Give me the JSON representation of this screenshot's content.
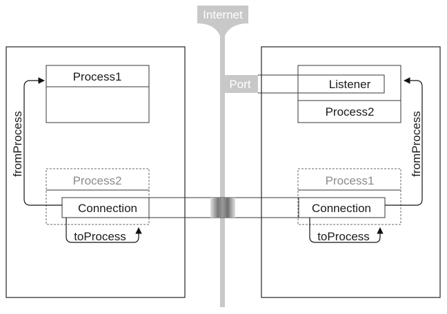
{
  "network": {
    "label": "Internet"
  },
  "left_host": {
    "process1": {
      "title": "Process1"
    },
    "remote_stub": {
      "title": "Process2"
    },
    "connection": {
      "label": "Connection"
    },
    "from_process": {
      "label": "fromProcess"
    },
    "to_process": {
      "label": "toProcess"
    }
  },
  "right_host": {
    "process2": {
      "listener": "Listener",
      "title": "Process2"
    },
    "port": {
      "label": "Port"
    },
    "remote_stub": {
      "title": "Process1"
    },
    "connection": {
      "label": "Connection"
    },
    "from_process": {
      "label": "fromProcess"
    },
    "to_process": {
      "label": "toProcess"
    }
  },
  "colors": {
    "line": "#333333",
    "internet": "#c8c8c8",
    "dashed": "#666666",
    "grey_text": "#8a8a8a"
  }
}
